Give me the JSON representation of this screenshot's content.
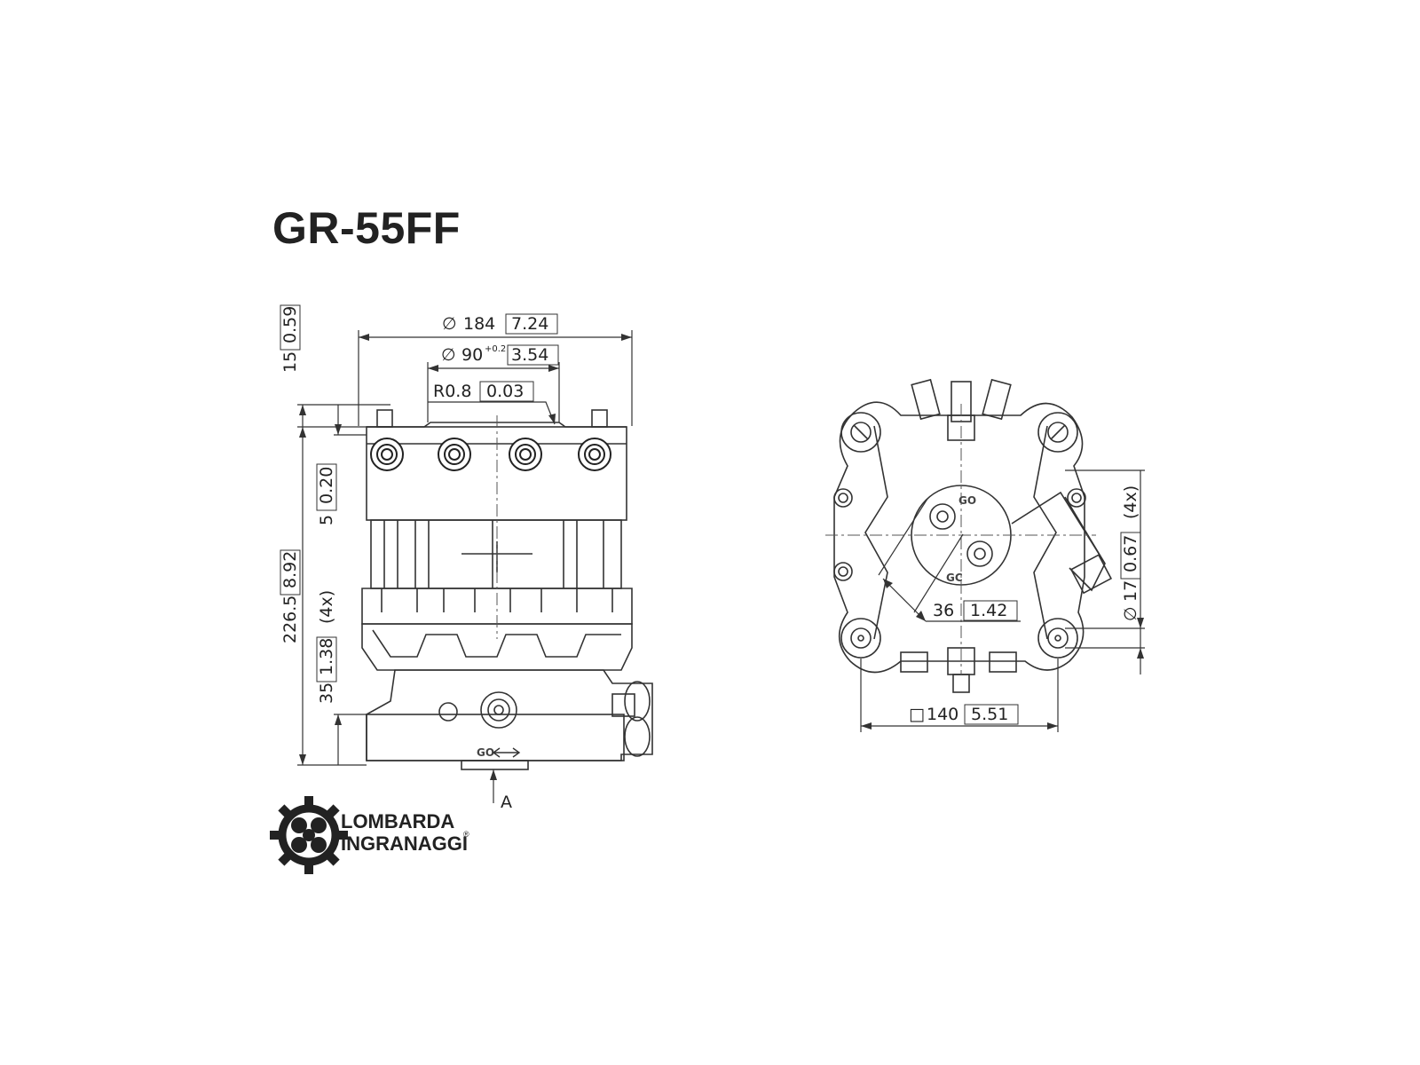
{
  "title": "GR-55FF",
  "colors": {
    "ink": "#222222",
    "line": "#444444",
    "background": "#ffffff"
  },
  "side_view": {
    "dim_diameter_outer": {
      "symbol": "∅",
      "mm": "184",
      "inch": "7.24"
    },
    "dim_diameter_inner": {
      "symbol": "∅",
      "mm": "90",
      "tolerance": "+0.2",
      "inch": "3.54"
    },
    "dim_radius": {
      "mm": "R0.8",
      "inch": "0.03"
    },
    "dim_top_height": {
      "mm": "15",
      "inch": "0.59"
    },
    "dim_step": {
      "mm": "5",
      "inch": "0.20"
    },
    "dim_total_height": {
      "mm": "226.5",
      "inch": "8.92"
    },
    "dim_base_height": {
      "mm": "35",
      "inch": "1.38",
      "count": "(4x)"
    },
    "port_label": "GO",
    "view_label": "A"
  },
  "top_view": {
    "port_labels": [
      "GO",
      "GC"
    ],
    "dim_port_spacing": {
      "mm": "36",
      "inch": "1.42"
    },
    "dim_hole_diameter": {
      "symbol": "∅",
      "mm": "17",
      "inch": "0.67",
      "count": "(4x)"
    },
    "dim_square": {
      "symbol": "□",
      "mm": "140",
      "inch": "5.51"
    }
  },
  "logo": {
    "line1": "LOMBARDA",
    "line2": "INGRANAGGI",
    "mark": "®",
    "icon": "gear-logo-icon"
  }
}
